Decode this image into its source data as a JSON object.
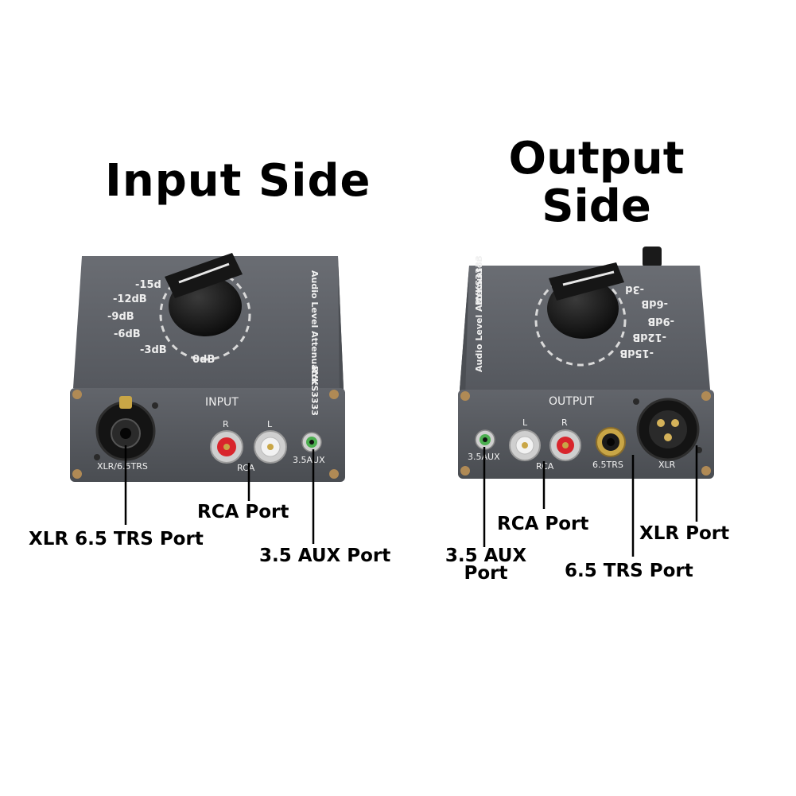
{
  "titles": {
    "input_side": "Input Side",
    "output_side_line1": "Output",
    "output_side_line2": "Side"
  },
  "input_device": {
    "panel_label": "INPUT",
    "side_label": "Audio Level Attenuator",
    "model": "RYKS3333",
    "dial_marks": [
      "-15d",
      "-12dB",
      "-9dB",
      "-6dB",
      "-3dB",
      "0dB"
    ],
    "port_labels": {
      "xlr": "XLR/6.5TRS",
      "rca_r": "R",
      "rca_l": "L",
      "rca": "RCA",
      "aux": "3.5AUX"
    }
  },
  "output_device": {
    "panel_label": "OUTPUT",
    "side_label": "Audio Level Attenuator",
    "model": "RYKS3333",
    "dial_marks": [
      "-3d",
      "-6dB",
      "-9dB",
      "-12dB",
      "-15dB"
    ],
    "port_labels": {
      "aux": "3.5AUX",
      "rca_l": "L",
      "rca_r": "R",
      "rca": "RCA",
      "trs": "6.5TRS",
      "xlr": "XLR"
    }
  },
  "callouts": {
    "input": {
      "xlr": "XLR 6.5 TRS Port",
      "rca": "RCA Port",
      "aux": "3.5 AUX Port"
    },
    "output": {
      "rca": "RCA Port",
      "xlr": "XLR Port",
      "aux_line1": "3.5 AUX",
      "aux_line2": "Port",
      "trs": "6.5 TRS Port"
    }
  },
  "colors": {
    "chassis": "#5a5d63",
    "chassis_dark": "#3d4045",
    "knob": "#121212",
    "rca_red": "#d8252c",
    "rca_white": "#f2f2f2",
    "aux_green": "#4caf50",
    "gold": "#c9a646"
  }
}
